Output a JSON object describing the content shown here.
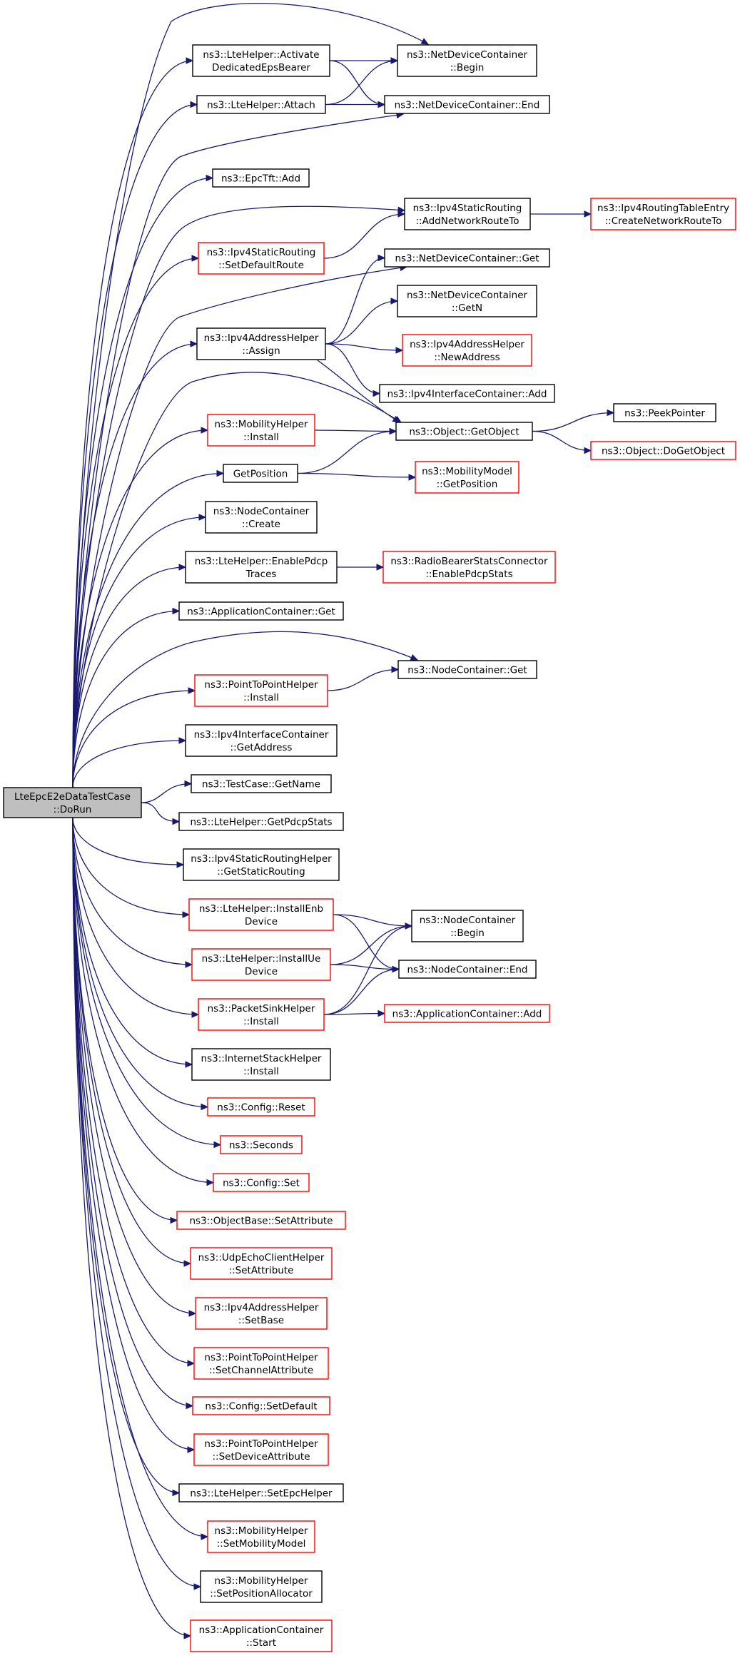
{
  "colors": {
    "edge": "#191970",
    "node_normal": "#000000",
    "node_undocumented": "#ff0000",
    "root_fill": "#bfbfbf",
    "background": "#ffffff"
  },
  "nodes": [
    {
      "id": "root",
      "lines": [
        "LteEpcE2eDataTestCase",
        "::DoRun"
      ],
      "style": "root"
    },
    {
      "id": "n1",
      "lines": [
        "ns3::LteHelper::Activate",
        "DedicatedEpsBearer"
      ],
      "style": "normal"
    },
    {
      "id": "n2",
      "lines": [
        "ns3::NetDeviceContainer",
        "::Begin"
      ],
      "style": "normal"
    },
    {
      "id": "n3",
      "lines": [
        "ns3::NetDeviceContainer::End"
      ],
      "style": "normal"
    },
    {
      "id": "n4",
      "lines": [
        "ns3::LteHelper::Attach"
      ],
      "style": "normal"
    },
    {
      "id": "n5",
      "lines": [
        "ns3::EpcTft::Add"
      ],
      "style": "normal"
    },
    {
      "id": "n6",
      "lines": [
        "ns3::Ipv4StaticRouting",
        "::AddNetworkRouteTo"
      ],
      "style": "normal"
    },
    {
      "id": "n7",
      "lines": [
        "ns3::Ipv4RoutingTableEntry",
        "::CreateNetworkRouteTo"
      ],
      "style": "red"
    },
    {
      "id": "n8",
      "lines": [
        "ns3::Ipv4StaticRouting",
        "::SetDefaultRoute"
      ],
      "style": "red"
    },
    {
      "id": "n9",
      "lines": [
        "ns3::NetDeviceContainer::Get"
      ],
      "style": "normal"
    },
    {
      "id": "n10",
      "lines": [
        "ns3::Ipv4AddressHelper",
        "::Assign"
      ],
      "style": "normal"
    },
    {
      "id": "n11",
      "lines": [
        "ns3::NetDeviceContainer",
        "::GetN"
      ],
      "style": "normal"
    },
    {
      "id": "n12",
      "lines": [
        "ns3::Ipv4AddressHelper",
        "::NewAddress"
      ],
      "style": "red"
    },
    {
      "id": "n13",
      "lines": [
        "ns3::Ipv4InterfaceContainer::Add"
      ],
      "style": "normal"
    },
    {
      "id": "n14",
      "lines": [
        "ns3::Object::GetObject"
      ],
      "style": "normal"
    },
    {
      "id": "n15",
      "lines": [
        "ns3::MobilityHelper",
        "::Install"
      ],
      "style": "red"
    },
    {
      "id": "n16",
      "lines": [
        "ns3::PeekPointer"
      ],
      "style": "normal"
    },
    {
      "id": "n17",
      "lines": [
        "ns3::Object::DoGetObject"
      ],
      "style": "red"
    },
    {
      "id": "n18",
      "lines": [
        "GetPosition"
      ],
      "style": "normal"
    },
    {
      "id": "n19",
      "lines": [
        "ns3::MobilityModel",
        "::GetPosition"
      ],
      "style": "red"
    },
    {
      "id": "n20",
      "lines": [
        "ns3::NodeContainer",
        "::Create"
      ],
      "style": "normal"
    },
    {
      "id": "n21",
      "lines": [
        "ns3::LteHelper::EnablePdcp",
        "Traces"
      ],
      "style": "normal"
    },
    {
      "id": "n22",
      "lines": [
        "ns3::RadioBearerStatsConnector",
        "::EnablePdcpStats"
      ],
      "style": "red"
    },
    {
      "id": "n23",
      "lines": [
        "ns3::ApplicationContainer::Get"
      ],
      "style": "normal"
    },
    {
      "id": "n24",
      "lines": [
        "ns3::NodeContainer::Get"
      ],
      "style": "normal"
    },
    {
      "id": "n25",
      "lines": [
        "ns3::PointToPointHelper",
        "::Install"
      ],
      "style": "red"
    },
    {
      "id": "n26",
      "lines": [
        "ns3::Ipv4InterfaceContainer",
        "::GetAddress"
      ],
      "style": "normal"
    },
    {
      "id": "n27",
      "lines": [
        "ns3::TestCase::GetName"
      ],
      "style": "normal"
    },
    {
      "id": "n28",
      "lines": [
        "ns3::LteHelper::GetPdcpStats"
      ],
      "style": "normal"
    },
    {
      "id": "n29",
      "lines": [
        "ns3::Ipv4StaticRoutingHelper",
        "::GetStaticRouting"
      ],
      "style": "normal"
    },
    {
      "id": "n30",
      "lines": [
        "ns3::LteHelper::InstallEnb",
        "Device"
      ],
      "style": "red"
    },
    {
      "id": "n31",
      "lines": [
        "ns3::NodeContainer",
        "::Begin"
      ],
      "style": "normal"
    },
    {
      "id": "n32",
      "lines": [
        "ns3::NodeContainer::End"
      ],
      "style": "normal"
    },
    {
      "id": "n33",
      "lines": [
        "ns3::LteHelper::InstallUe",
        "Device"
      ],
      "style": "red"
    },
    {
      "id": "n34",
      "lines": [
        "ns3::PacketSinkHelper",
        "::Install"
      ],
      "style": "red"
    },
    {
      "id": "n35",
      "lines": [
        "ns3::ApplicationContainer::Add"
      ],
      "style": "red"
    },
    {
      "id": "n36",
      "lines": [
        "ns3::InternetStackHelper",
        "::Install"
      ],
      "style": "normal"
    },
    {
      "id": "n37",
      "lines": [
        "ns3::Config::Reset"
      ],
      "style": "red"
    },
    {
      "id": "n38",
      "lines": [
        "ns3::Seconds"
      ],
      "style": "red"
    },
    {
      "id": "n39",
      "lines": [
        "ns3::Config::Set"
      ],
      "style": "red"
    },
    {
      "id": "n40",
      "lines": [
        "ns3::ObjectBase::SetAttribute"
      ],
      "style": "red"
    },
    {
      "id": "n41",
      "lines": [
        "ns3::UdpEchoClientHelper",
        "::SetAttribute"
      ],
      "style": "red"
    },
    {
      "id": "n42",
      "lines": [
        "ns3::Ipv4AddressHelper",
        "::SetBase"
      ],
      "style": "red"
    },
    {
      "id": "n43",
      "lines": [
        "ns3::PointToPointHelper",
        "::SetChannelAttribute"
      ],
      "style": "red"
    },
    {
      "id": "n44",
      "lines": [
        "ns3::Config::SetDefault"
      ],
      "style": "red"
    },
    {
      "id": "n45",
      "lines": [
        "ns3::PointToPointHelper",
        "::SetDeviceAttribute"
      ],
      "style": "red"
    },
    {
      "id": "n46",
      "lines": [
        "ns3::LteHelper::SetEpcHelper"
      ],
      "style": "normal"
    },
    {
      "id": "n47",
      "lines": [
        "ns3::MobilityHelper",
        "::SetMobilityModel"
      ],
      "style": "red"
    },
    {
      "id": "n48",
      "lines": [
        "ns3::MobilityHelper",
        "::SetPositionAllocator"
      ],
      "style": "normal"
    },
    {
      "id": "n49",
      "lines": [
        "ns3::ApplicationContainer",
        "::Start"
      ],
      "style": "red"
    }
  ],
  "edges": [
    [
      "root",
      "n1"
    ],
    [
      "root",
      "n2"
    ],
    [
      "root",
      "n4"
    ],
    [
      "root",
      "n3"
    ],
    [
      "root",
      "n5"
    ],
    [
      "root",
      "n6"
    ],
    [
      "root",
      "n8"
    ],
    [
      "root",
      "n9"
    ],
    [
      "root",
      "n10"
    ],
    [
      "root",
      "n14"
    ],
    [
      "root",
      "n15"
    ],
    [
      "root",
      "n18"
    ],
    [
      "root",
      "n20"
    ],
    [
      "root",
      "n21"
    ],
    [
      "root",
      "n23"
    ],
    [
      "root",
      "n24"
    ],
    [
      "root",
      "n25"
    ],
    [
      "root",
      "n26"
    ],
    [
      "root",
      "n27"
    ],
    [
      "root",
      "n28"
    ],
    [
      "root",
      "n29"
    ],
    [
      "root",
      "n30"
    ],
    [
      "root",
      "n33"
    ],
    [
      "root",
      "n34"
    ],
    [
      "root",
      "n36"
    ],
    [
      "root",
      "n37"
    ],
    [
      "root",
      "n38"
    ],
    [
      "root",
      "n39"
    ],
    [
      "root",
      "n40"
    ],
    [
      "root",
      "n41"
    ],
    [
      "root",
      "n42"
    ],
    [
      "root",
      "n43"
    ],
    [
      "root",
      "n44"
    ],
    [
      "root",
      "n45"
    ],
    [
      "root",
      "n46"
    ],
    [
      "root",
      "n47"
    ],
    [
      "root",
      "n48"
    ],
    [
      "root",
      "n49"
    ],
    [
      "n1",
      "n2"
    ],
    [
      "n1",
      "n3"
    ],
    [
      "n4",
      "n2"
    ],
    [
      "n4",
      "n3"
    ],
    [
      "n8",
      "n6"
    ],
    [
      "n6",
      "n7"
    ],
    [
      "n10",
      "n9"
    ],
    [
      "n10",
      "n11"
    ],
    [
      "n10",
      "n12"
    ],
    [
      "n10",
      "n13"
    ],
    [
      "n10",
      "n14"
    ],
    [
      "n15",
      "n14"
    ],
    [
      "n18",
      "n14"
    ],
    [
      "n18",
      "n19"
    ],
    [
      "n14",
      "n16"
    ],
    [
      "n14",
      "n17"
    ],
    [
      "n21",
      "n22"
    ],
    [
      "n25",
      "n24"
    ],
    [
      "n30",
      "n31"
    ],
    [
      "n30",
      "n32"
    ],
    [
      "n33",
      "n31"
    ],
    [
      "n33",
      "n32"
    ],
    [
      "n34",
      "n31"
    ],
    [
      "n34",
      "n32"
    ],
    [
      "n34",
      "n35"
    ]
  ]
}
